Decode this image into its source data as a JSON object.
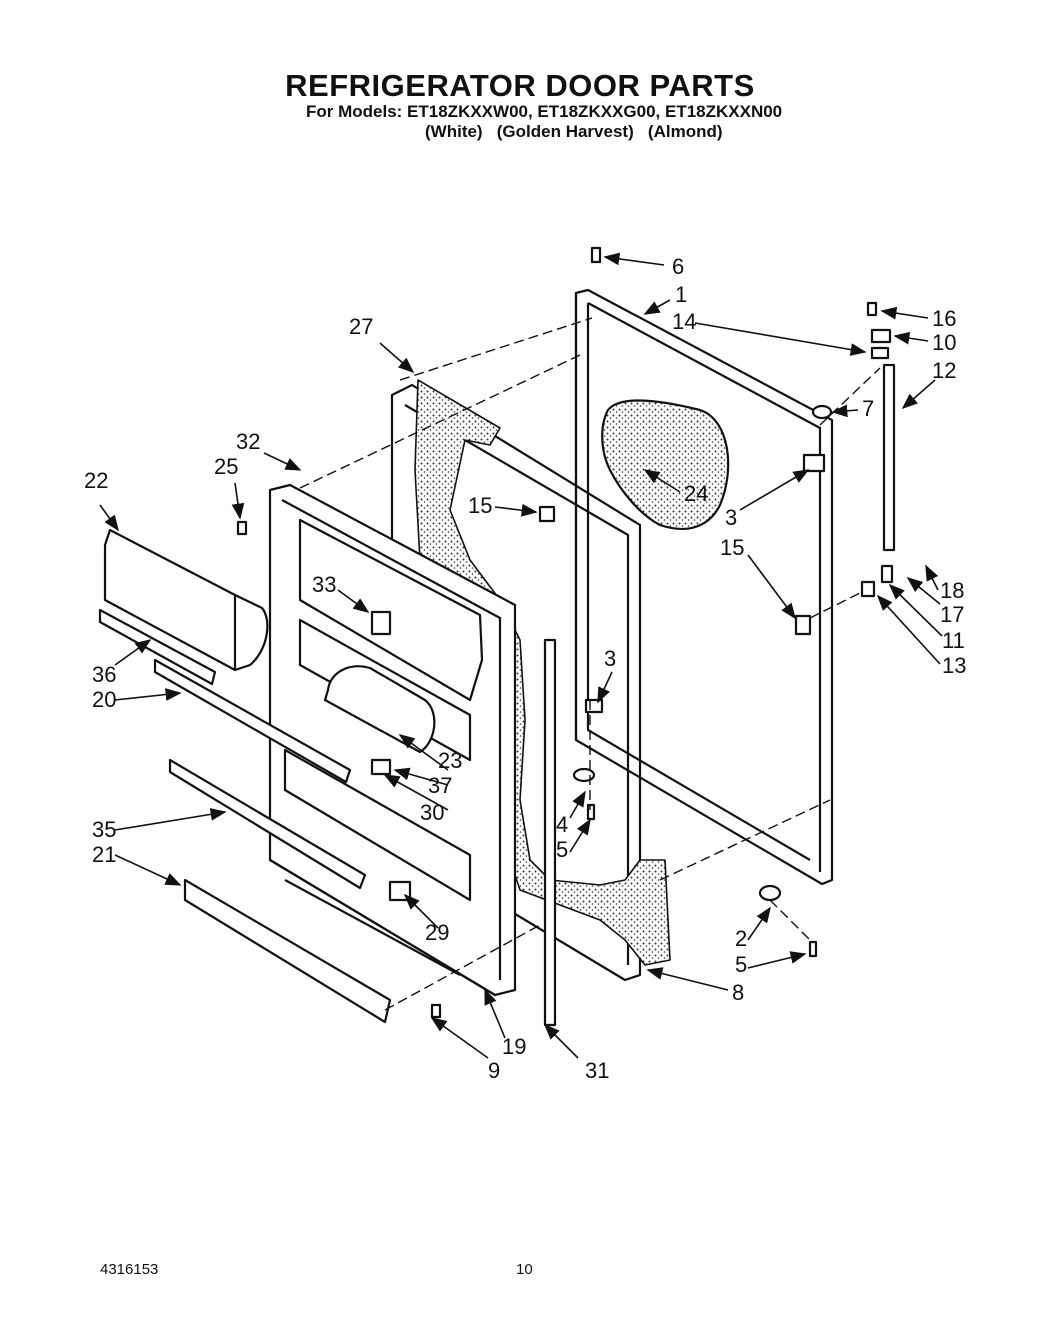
{
  "header": {
    "title": "REFRIGERATOR DOOR PARTS",
    "models": "For Models: ET18ZKXXW00, ET18ZKXXG00, ET18ZKXXN00",
    "colors": [
      "(White)",
      "(Golden Harvest)",
      "(Almond)"
    ]
  },
  "callouts": [
    "6",
    "1",
    "14",
    "16",
    "10",
    "12",
    "7",
    "27",
    "32",
    "25",
    "22",
    "15",
    "24",
    "3",
    "15",
    "18",
    "17",
    "11",
    "13",
    "33",
    "36",
    "20",
    "3",
    "23",
    "37",
    "30",
    "4",
    "5",
    "35",
    "21",
    "29",
    "2",
    "5",
    "8",
    "19",
    "9",
    "31"
  ],
  "footer": {
    "doc_number": "4316153",
    "page_number": "10"
  }
}
